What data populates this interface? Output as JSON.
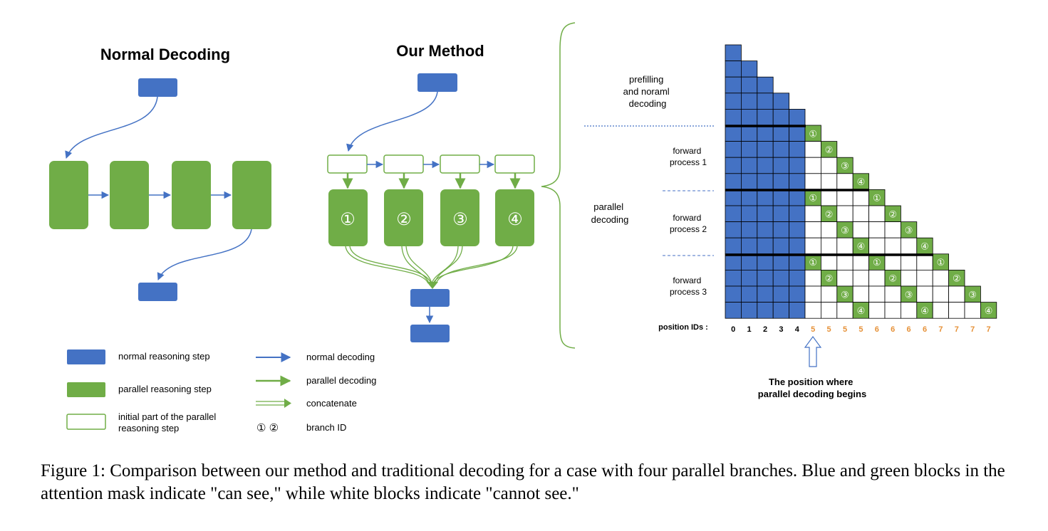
{
  "normal_decoding": {
    "title": "Normal Decoding"
  },
  "our_method": {
    "title": "Our Method",
    "branch_ids": [
      "①",
      "②",
      "③",
      "④"
    ]
  },
  "attention_mask": {
    "row_labels": {
      "prefill": [
        "prefilling",
        "and noraml",
        "decoding"
      ],
      "parallel": [
        "parallel",
        "decoding"
      ],
      "fp1": [
        "forward",
        "process 1"
      ],
      "fp2": [
        "forward",
        "process 2"
      ],
      "fp3": [
        "forward",
        "process 3"
      ]
    },
    "position_ids_label": "position IDs :",
    "position_ids": [
      "0",
      "1",
      "2",
      "3",
      "4",
      "5",
      "5",
      "5",
      "5",
      "6",
      "6",
      "6",
      "6",
      "7",
      "7",
      "7",
      "7"
    ],
    "arrow_label": [
      "The position where",
      "parallel decoding begins"
    ],
    "colors": {
      "blue": "#4472c4",
      "green": "#70ad47",
      "orange": "#e69138"
    }
  },
  "legend": {
    "normal_step": "normal reasoning step",
    "parallel_step": "parallel reasoning step",
    "initial_part": [
      "initial part of the parallel",
      "reasoning step"
    ],
    "normal_decoding": "normal decoding",
    "parallel_decoding": "parallel decoding",
    "concatenate": "concatenate",
    "branch_symbols": "① ②",
    "branch_id": "branch ID"
  },
  "caption": "Figure 1: Comparison between our method and traditional decoding for a case with four parallel branches. Blue and green blocks in the attention mask indicate \"can see,\" while white blocks indicate \"cannot see.\""
}
